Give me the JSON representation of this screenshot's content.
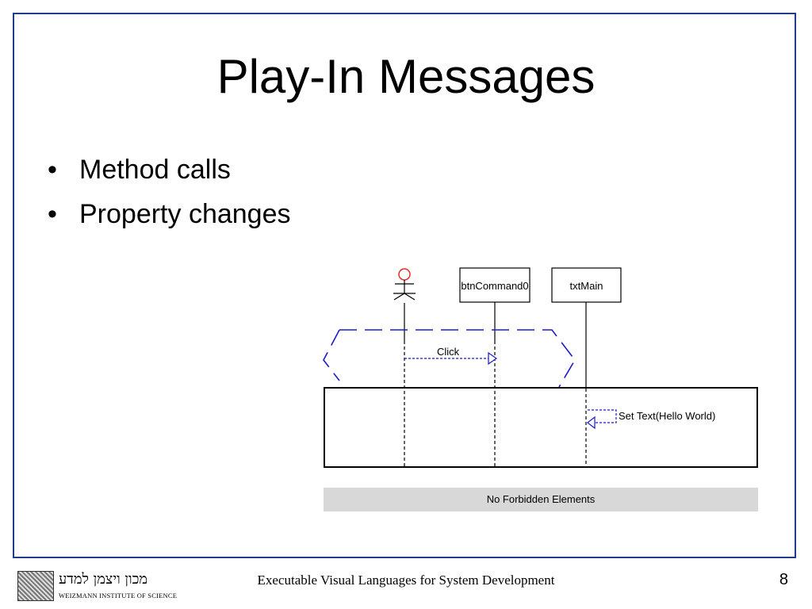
{
  "slide": {
    "title": "Play-In Messages",
    "bullets": [
      {
        "marker": "•",
        "text": "Method calls"
      },
      {
        "marker": "•",
        "text": "Property changes"
      }
    ]
  },
  "diagram": {
    "objects": [
      "btnCommand0",
      "txtMain"
    ],
    "messages": [
      {
        "label": "Click",
        "from": "user",
        "to": "btnCommand0"
      },
      {
        "label": "Set Text(Hello World)",
        "from": "txtMain",
        "to": "txtMain"
      }
    ],
    "status_bar": "No Forbidden Elements",
    "colors": {
      "message": "#1a1acc",
      "actor_head": "#e0302a",
      "status_bar": "#d8d8d8"
    }
  },
  "footer": {
    "caption": "Executable Visual Languages for System Development",
    "page_number": "8",
    "logo_hebrew": "מכון ויצמן למדע",
    "logo_english": "WEIZMANN INSTITUTE OF SCIENCE"
  }
}
